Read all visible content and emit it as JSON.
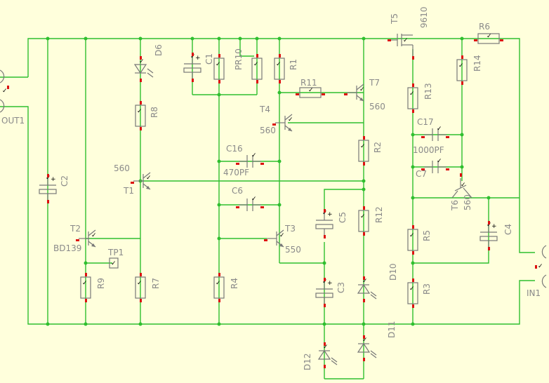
{
  "labels": {
    "out1": "OUT1",
    "in1": "IN1",
    "c1": "C1",
    "c2": "C2",
    "c3": "C3",
    "c4": "C4",
    "c5": "C5",
    "c6": "C6",
    "c7": "C7",
    "c16": "C16",
    "c17": "C17",
    "c16_value": "470PF",
    "c17_value": "1000PF",
    "r1": "R1",
    "r2": "R2",
    "r3": "R3",
    "r4": "R4",
    "r5": "R5",
    "r6": "R6",
    "r7": "R7",
    "r8": "R8",
    "r9": "R9",
    "r11": "R11",
    "r12": "R12",
    "r13": "R13",
    "r14": "R14",
    "pr10": "PR10",
    "t1": "T1",
    "t1_type": "560",
    "t2": "T2",
    "t2_type": "BD139",
    "t3": "T3",
    "t3_type": "550",
    "t4": "T4",
    "t4_type": "560",
    "t5": "T5",
    "t5_type": "9610",
    "t6": "T6",
    "t6_type": "560",
    "t7": "T7",
    "t7_type": "560",
    "d6": "D6",
    "d10": "D10",
    "d11": "D11",
    "d12": "D12",
    "tp1": "TP1"
  },
  "colors": {
    "background": "#ffffdc",
    "wire": "#2fbf2f",
    "component": "#777777",
    "pad": "#dd1111",
    "label": "#8a8a8a"
  }
}
